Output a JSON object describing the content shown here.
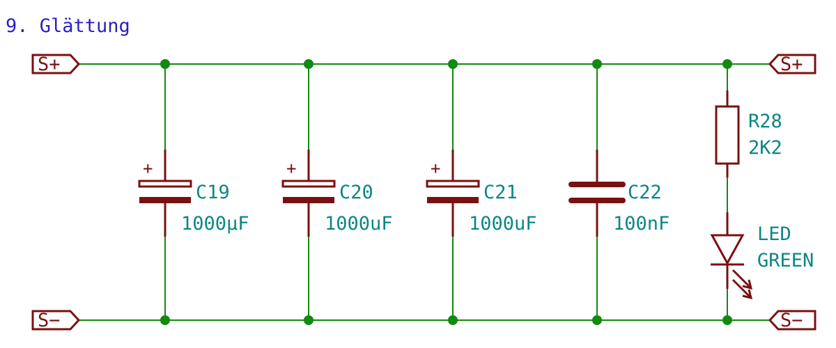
{
  "title": "9. Glättung",
  "ports": {
    "top_left": "S+",
    "top_right": "S+",
    "bottom_left": "S−",
    "bottom_right": "S−"
  },
  "components": {
    "c19": {
      "ref": "C19",
      "value": "1000µF",
      "polarity": "+"
    },
    "c20": {
      "ref": "C20",
      "value": "1000uF",
      "polarity": "+"
    },
    "c21": {
      "ref": "C21",
      "value": "1000uF",
      "polarity": "+"
    },
    "c22": {
      "ref": "C22",
      "value": "100nF"
    },
    "r28": {
      "ref": "R28",
      "value": "2K2"
    },
    "led": {
      "line1": "LED",
      "line2": "GREEN"
    }
  },
  "colors": {
    "wire": "#118a11",
    "component": "#7a1010",
    "label": "#0c8686",
    "title": "#2a1fc4"
  }
}
